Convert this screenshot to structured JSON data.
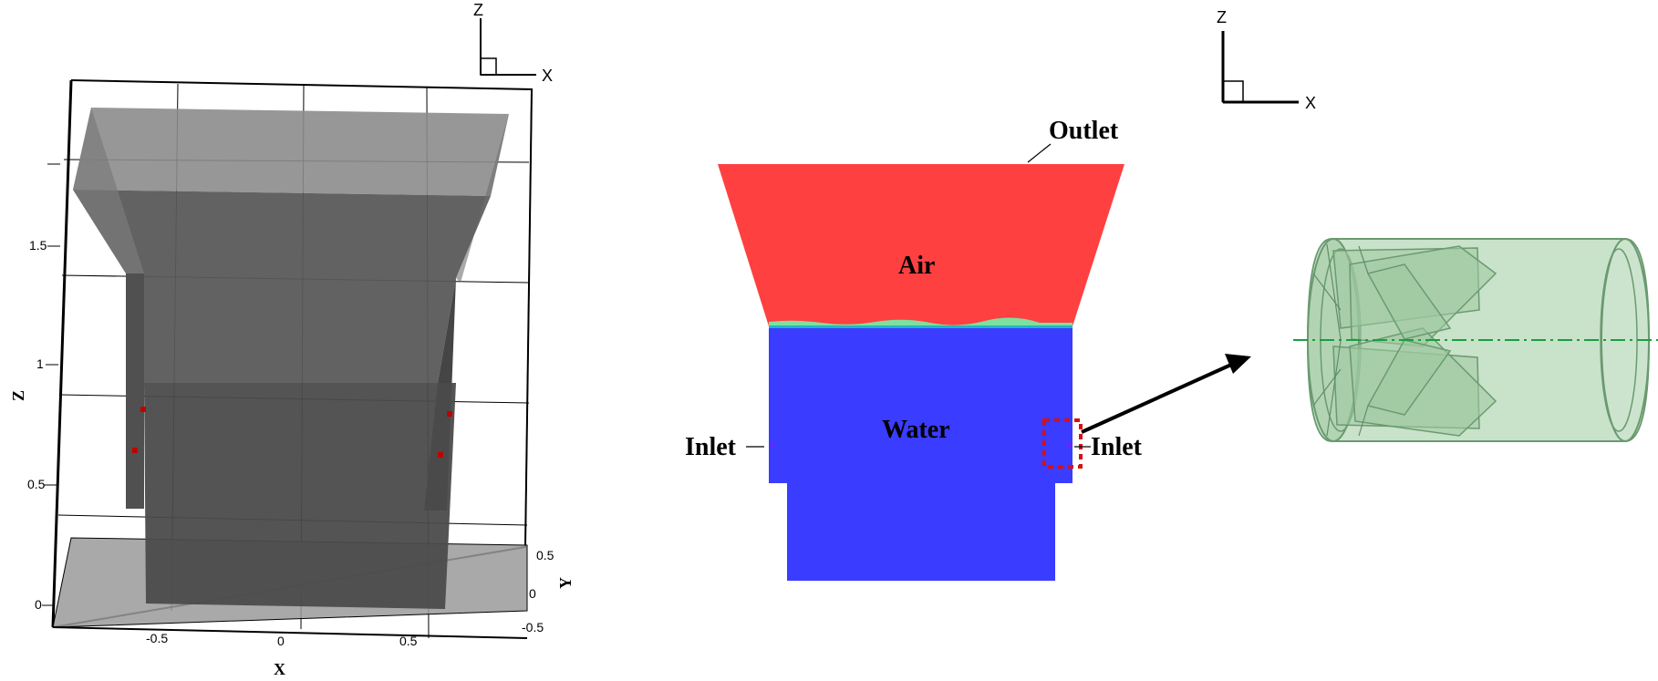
{
  "left_view": {
    "axes": {
      "x_label": "X",
      "y_label": "Y",
      "z_label": "Z",
      "x_ticks": [
        "-0.5",
        "0",
        "0.5"
      ],
      "y_ticks": [
        "0.5",
        "0",
        "-0.5"
      ],
      "z_ticks": [
        "1.5",
        "1",
        "0.5",
        "0"
      ]
    },
    "triad": {
      "z": "Z",
      "x": "X"
    }
  },
  "center_view": {
    "triad": {
      "z": "Z",
      "x": "X"
    },
    "regions": {
      "air": "Air",
      "water": "Water"
    },
    "callouts": {
      "outlet": "Outlet",
      "inlet_left": "Inlet",
      "inlet_right": "Inlet"
    },
    "colors": {
      "air": "#ff4040",
      "water": "#3a3cff",
      "interface": "#22c8a0",
      "highlight": "#d81010"
    }
  },
  "right_view": {
    "colors": {
      "pipe_fill": "#b7d8b8",
      "pipe_edge": "#6a9a70",
      "axis_line": "#17a040"
    }
  }
}
